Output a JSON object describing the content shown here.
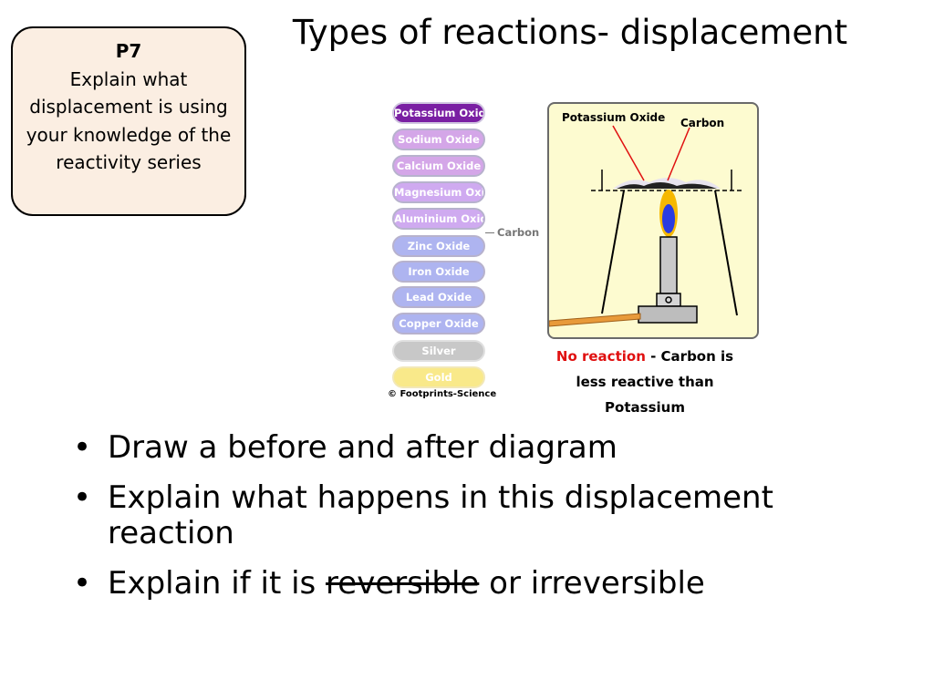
{
  "objective": {
    "code": "P7",
    "text": "Explain what displacement is using your knowledge of the reactivity series"
  },
  "title": "Types of reactions- displacement",
  "reactivity_series": {
    "items": [
      "Potassium Oxide",
      "Sodium Oxide",
      "Calcium Oxide",
      "Magnesium Oxide",
      "Aluminium Oxide",
      "Zinc Oxide",
      "Iron Oxide",
      "Lead Oxide",
      "Copper Oxide",
      "Silver",
      "Gold"
    ],
    "carbon_label": "Carbon",
    "copyright": "© Footprints-Science"
  },
  "experiment": {
    "label_potassium_oxide": "Potassium Oxide",
    "label_carbon": "Carbon",
    "caption_red": "No reaction",
    "caption_rest1": " - Carbon is",
    "caption_line2": "less reactive than Potassium"
  },
  "bullets": {
    "b1": "Draw a before and after diagram",
    "b2": "Explain what happens in this displacement reaction",
    "b3_pre": "Explain if it is ",
    "b3_strike": "reversible",
    "b3_post": " or irreversible"
  },
  "colors": {
    "accent_red": "#e01010",
    "potassium_purple": "#7a1fa3",
    "objective_bg": "#fbeee2"
  }
}
